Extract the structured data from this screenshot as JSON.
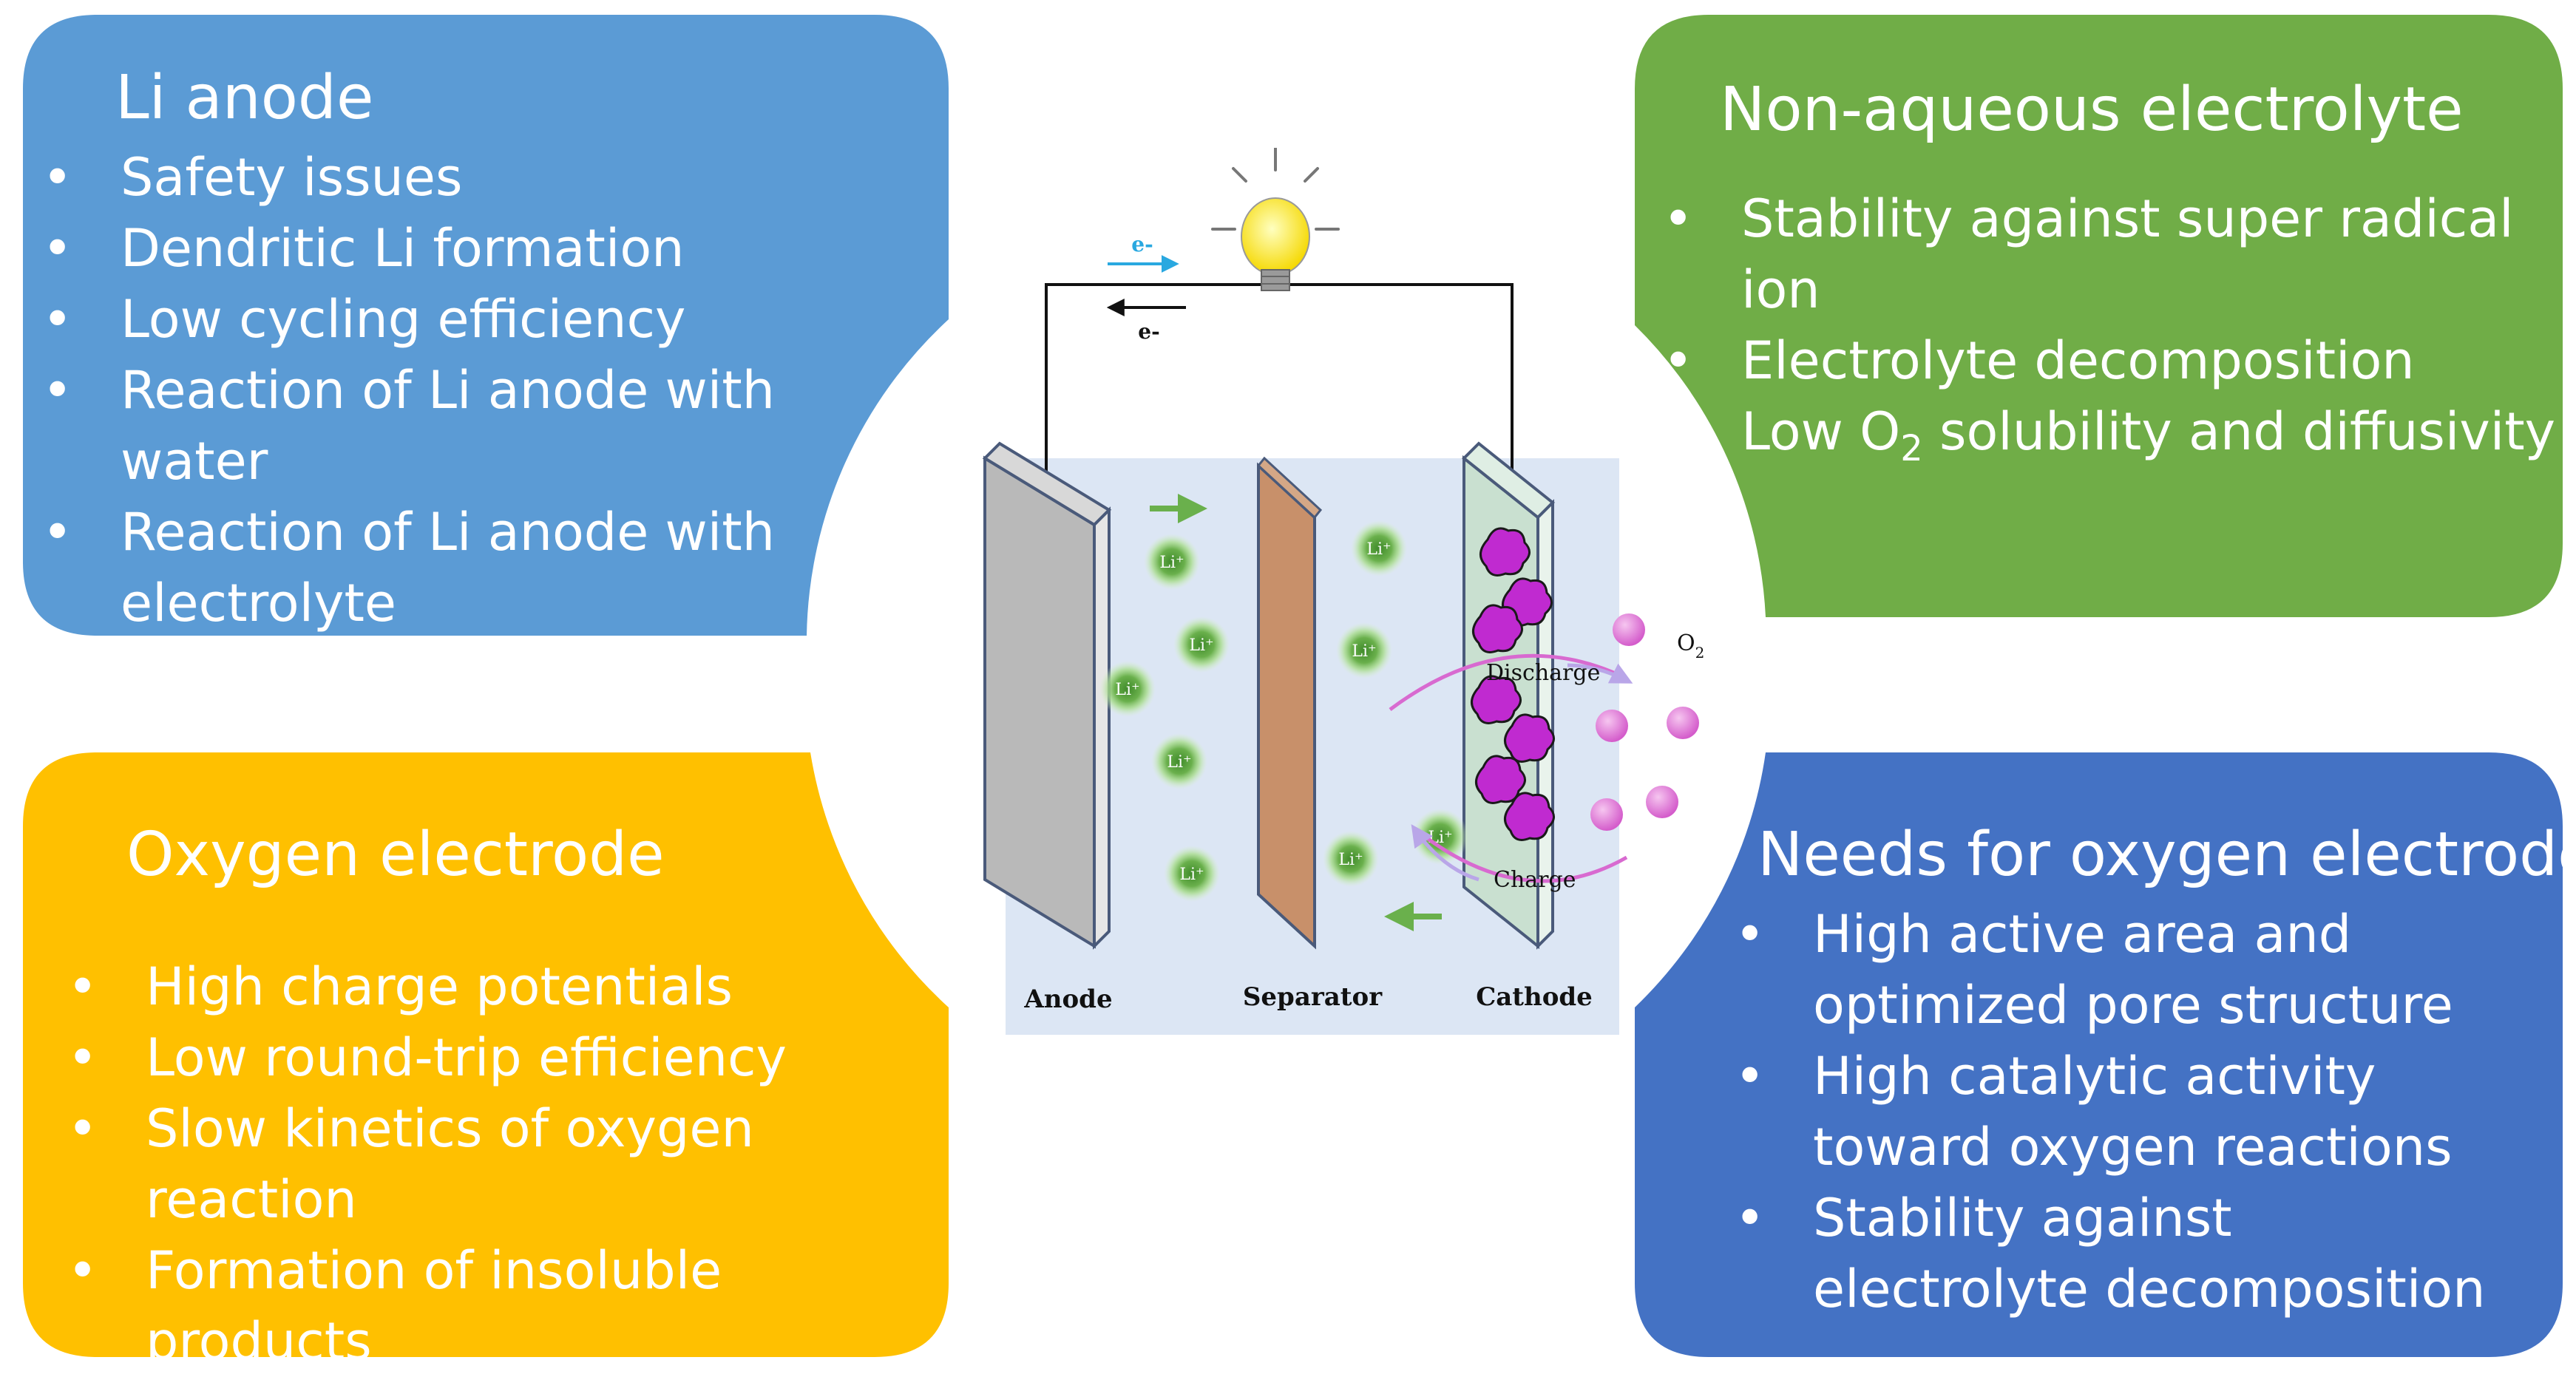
{
  "panels": {
    "li_anode": {
      "title": "Li anode",
      "color": "#5b9bd5",
      "items": [
        "Safety issues",
        "Dendritic Li formation",
        "Low cycling efficiency",
        "Reaction of Li anode with water",
        "Reaction of Li anode with electrolyte"
      ]
    },
    "electrolyte": {
      "title": "Non-aqueous electrolyte",
      "color": "#70ad47",
      "items": [
        "Stability against super radical ion",
        "Electrolyte decomposition"
      ],
      "o2_item": {
        "before": "Low O",
        "subscript": "2",
        "after": " solubility and diffusivity"
      }
    },
    "oxygen_electrode": {
      "title": "Oxygen electrode",
      "color": "#ffc000",
      "items": [
        "High charge potentials",
        "Low round-trip efficiency",
        "Slow kinetics of oxygen reaction",
        "Formation of insoluble products"
      ]
    },
    "needs": {
      "title": "Needs for oxygen electrode",
      "color": "#4472c4",
      "items": [
        "High active area and optimized pore structure",
        "High catalytic activity toward oxygen reactions",
        "Stability against electrolyte decomposition"
      ]
    }
  },
  "diagram": {
    "electron_top": "e-",
    "electron_bottom": "e-",
    "li_ion": "Li⁺",
    "o2_label": "O",
    "o2_sub": "2",
    "discharge": "Discharge",
    "charge": "Charge",
    "anode_label": "Anode",
    "separator_label": "Separator",
    "cathode_label": "Cathode",
    "colors": {
      "anode": "#b9b9b9",
      "separator": "#c8906a",
      "cathode": "#c9e0d0",
      "electrolyte": "#dce6f4",
      "li_ion": "#6ab04c",
      "oxygen": "#e08ad8",
      "product": "#c02ad0",
      "bulb": "#fff200"
    }
  }
}
